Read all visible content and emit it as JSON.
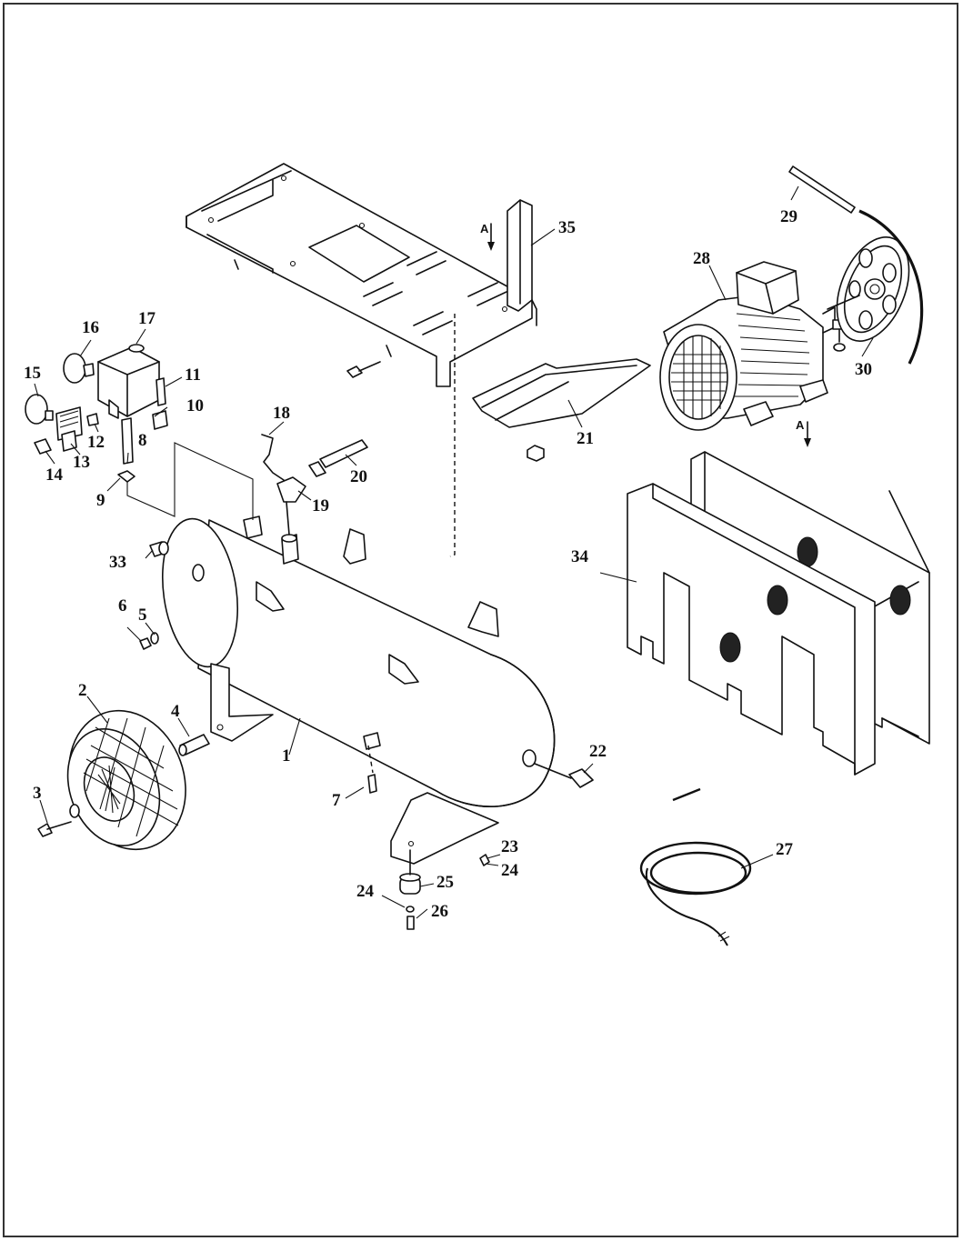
{
  "parts": [
    {
      "id": "1",
      "label": "1"
    },
    {
      "id": "2",
      "label": "2"
    },
    {
      "id": "3",
      "label": "3"
    },
    {
      "id": "4",
      "label": "4"
    },
    {
      "id": "5",
      "label": "5"
    },
    {
      "id": "6",
      "label": "6"
    },
    {
      "id": "7",
      "label": "7"
    },
    {
      "id": "8",
      "label": "8"
    },
    {
      "id": "9",
      "label": "9"
    },
    {
      "id": "10",
      "label": "10"
    },
    {
      "id": "11",
      "label": "11"
    },
    {
      "id": "12",
      "label": "12"
    },
    {
      "id": "13",
      "label": "13"
    },
    {
      "id": "14",
      "label": "14"
    },
    {
      "id": "15",
      "label": "15"
    },
    {
      "id": "16",
      "label": "16"
    },
    {
      "id": "17",
      "label": "17"
    },
    {
      "id": "18",
      "label": "18"
    },
    {
      "id": "19",
      "label": "19"
    },
    {
      "id": "20",
      "label": "20"
    },
    {
      "id": "21",
      "label": "21"
    },
    {
      "id": "22",
      "label": "22"
    },
    {
      "id": "23",
      "label": "23"
    },
    {
      "id": "24a",
      "label": "24"
    },
    {
      "id": "24b",
      "label": "24"
    },
    {
      "id": "25",
      "label": "25"
    },
    {
      "id": "26",
      "label": "26"
    },
    {
      "id": "27",
      "label": "27"
    },
    {
      "id": "28",
      "label": "28"
    },
    {
      "id": "29",
      "label": "29"
    },
    {
      "id": "30",
      "label": "30"
    },
    {
      "id": "33",
      "label": "33"
    },
    {
      "id": "34",
      "label": "34"
    },
    {
      "id": "35",
      "label": "35"
    }
  ],
  "arrow_markers": [
    {
      "id": "a1",
      "label": "A"
    },
    {
      "id": "a2",
      "label": "A"
    }
  ]
}
